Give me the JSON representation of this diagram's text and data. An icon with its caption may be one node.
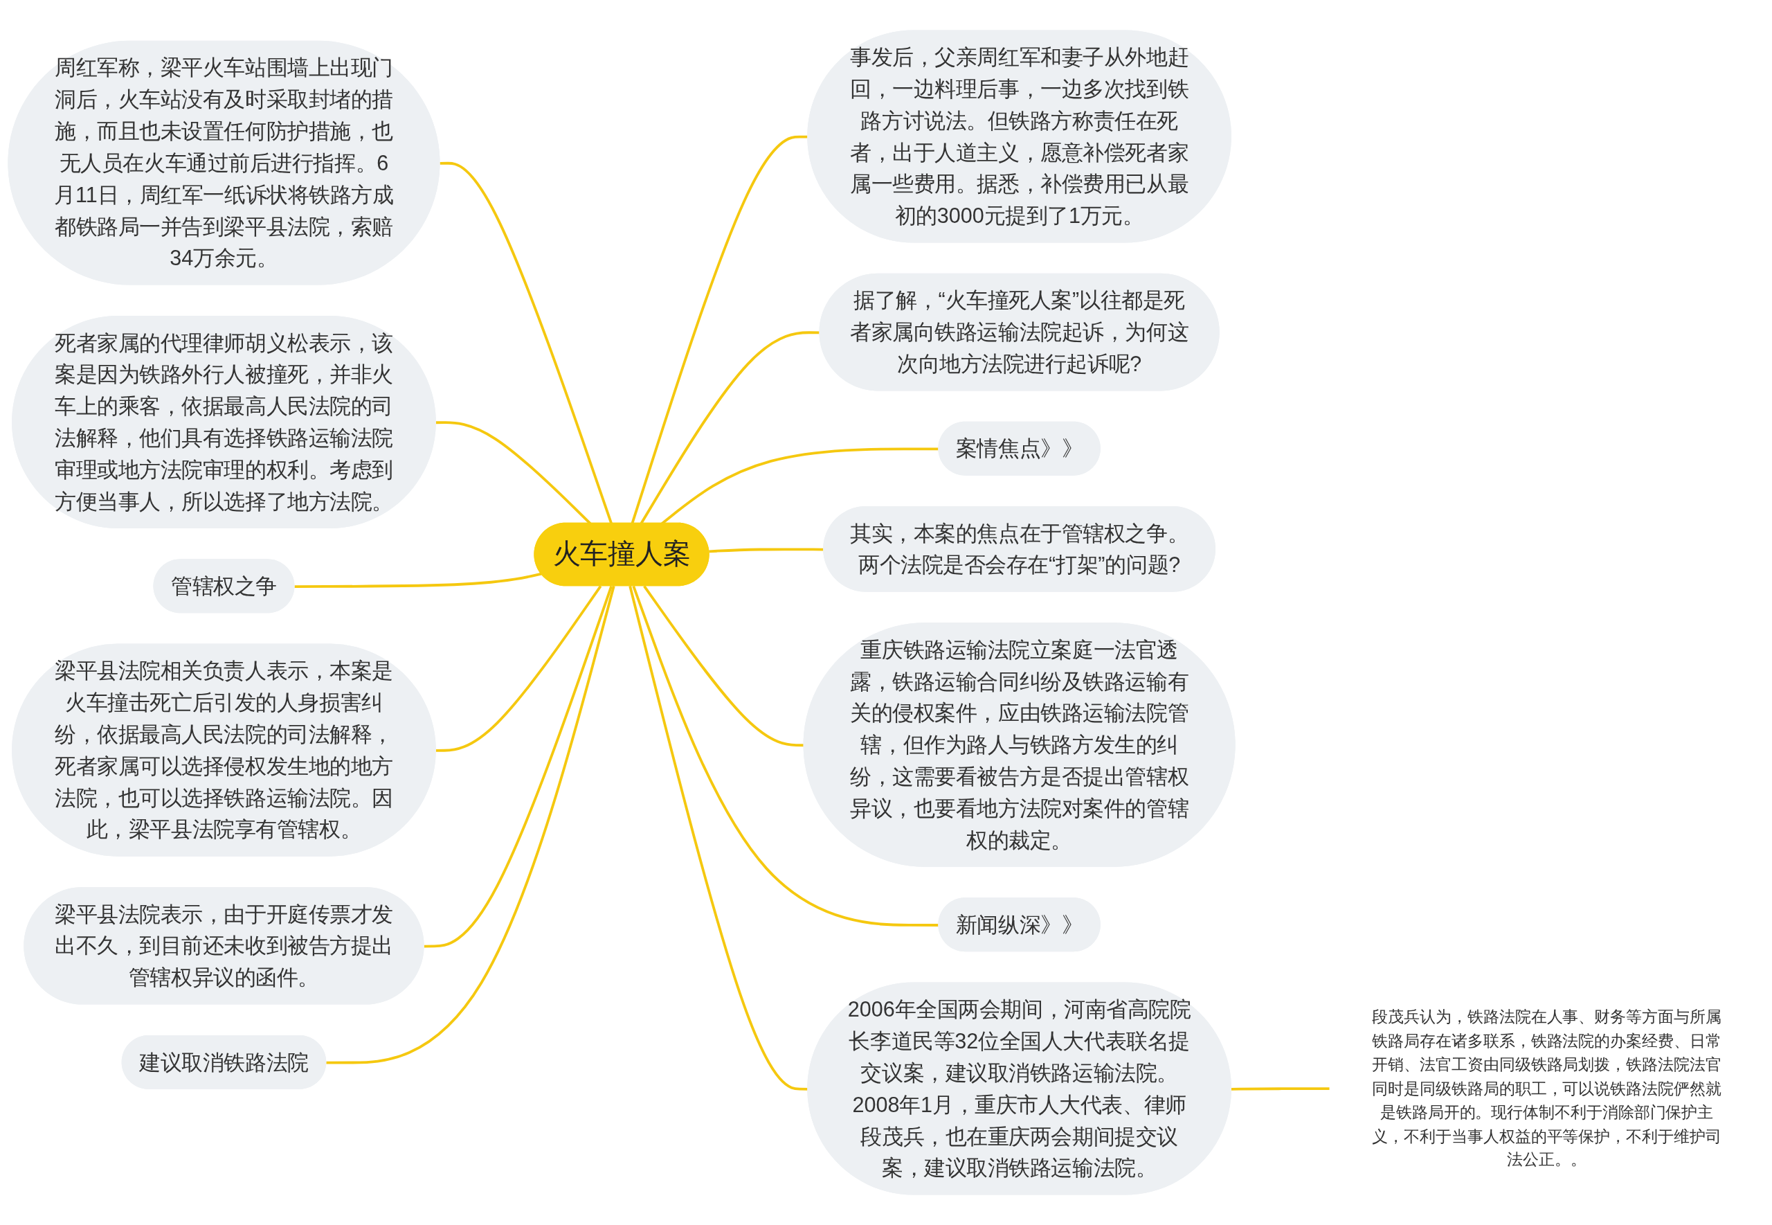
{
  "diagram": {
    "nodes": [
      {
        "text": [
          "火车撞人案"
        ]
      },
      {
        "text": [
          "周红军称，梁平火车站围墙上出现门洞后，火车站没有及时采取封堵的措施，而且也未设置任何防护措施，也无人员在火车通过前后进行指挥。6月11日，周红军一纸诉状将铁路方成都铁路局一并告到梁平县法院，索赔34万余元。"
        ]
      },
      {
        "text": [
          "死者家属的代理律师胡义松表示，该案是因为铁路外行人被撞死，并非火车上的乘客，依据最高人民法院的司法解释，他们具有选择铁路运输法院审理或地方法院审理的权利。考虑到方便当事人，所以选择了地方法院。"
        ]
      },
      {
        "text": [
          "管辖权之争"
        ]
      },
      {
        "text": [
          "梁平县法院相关负责人表示，本案是火车撞击死亡后引发的人身损害纠纷，依据最高人民法院的司法解释，死者家属可以选择侵权发生地的地方法院，也可以选择铁路运输法院。因此，梁平县法院享有管辖权。"
        ]
      },
      {
        "text": [
          "梁平县法院表示，由于开庭传票才发出不久，到目前还未收到被告方提出管辖权异议的函件。"
        ]
      },
      {
        "text": [
          "建议取消铁路法院"
        ]
      },
      {
        "text": [
          "事发后，父亲周红军和妻子从外地赶回，一边料理后事，一边多次找到铁路方讨说法。但铁路方称责任在死者，出于人道主义，愿意补偿死者家属一些费用。据悉，补偿费用已从最初的3000元提到了1万元。"
        ]
      },
      {
        "text": [
          "据了解，“火车撞死人案”以往都是死者家属向铁路运输法院起诉，为何这次向地方法院进行起诉呢?"
        ]
      },
      {
        "text": [
          "案情焦点》》"
        ]
      },
      {
        "text": [
          "其实，本案的焦点在于管辖权之争。两个法院是否会存在“打架”的问题?"
        ]
      },
      {
        "text": [
          "重庆铁路运输法院立案庭一法官透露，铁路运输合同纠纷及铁路运输有关的侵权案件，应由铁路运输法院管辖，但作为路人与铁路方发生的纠纷，这需要看被告方是否提出管辖权异议，也要看地方法院对案件的管辖权的裁定。"
        ]
      },
      {
        "text": [
          "新闻纵深》》"
        ]
      },
      {
        "text": [
          "2006年全国两会期间，河南省高院院长李道民等32位全国人大代表联名提交议案，建议取消铁路运输法院。2008年1月，重庆市人大代表、律师段茂兵，也在重庆两会期间提交议案，建议取消铁路运输法院。"
        ]
      },
      {
        "text": [
          "段茂兵认为，铁路法院在人事、财务等方面与所属铁路局存在诸多联系，铁路法院的办案经费、日常开销、法官工资由同级铁路局划拨，铁路法院法官同时是同级铁路局的职工，可以说铁路法院俨然就是铁路局开的。现行体制不利于消除部门保护主义，不利于当事人权益的平等保护，不利于维护司法公正。。"
        ]
      }
    ],
    "edges": [
      {
        "from": 0,
        "to": 1,
        "arrow": "none"
      },
      {
        "from": 0,
        "to": 2,
        "arrow": "none"
      },
      {
        "from": 0,
        "to": 3,
        "arrow": "none"
      },
      {
        "from": 0,
        "to": 4,
        "arrow": "none"
      },
      {
        "from": 0,
        "to": 5,
        "arrow": "none"
      },
      {
        "from": 0,
        "to": 6,
        "arrow": "none"
      },
      {
        "from": 0,
        "to": 7,
        "arrow": "none"
      },
      {
        "from": 0,
        "to": 8,
        "arrow": "none"
      },
      {
        "from": 0,
        "to": 9,
        "arrow": "none"
      },
      {
        "from": 0,
        "to": 10,
        "arrow": "none"
      },
      {
        "from": 0,
        "to": 11,
        "arrow": "none"
      },
      {
        "from": 0,
        "to": 12,
        "arrow": "none"
      },
      {
        "from": 0,
        "to": 13,
        "arrow": "none"
      },
      {
        "from": 13,
        "to": 14,
        "arrow": "none"
      }
    ]
  }
}
